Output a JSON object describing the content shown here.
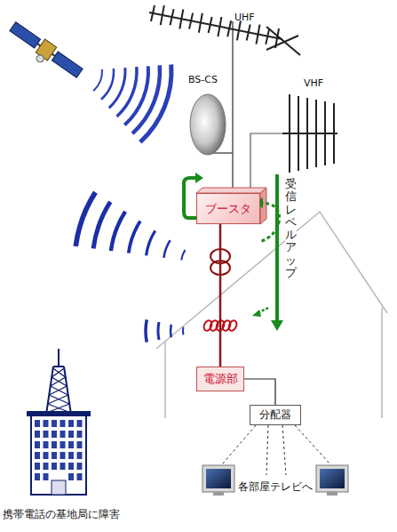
{
  "diagram": {
    "nodes": [
      {
        "text": [
          "ブースタ"
        ]
      },
      {
        "text": [
          "電源部"
        ]
      },
      {
        "text": [
          "分配器"
        ]
      }
    ],
    "edges": [
      {
        "from": 0,
        "to": 1,
        "arrow": "none"
      },
      {
        "from": 1,
        "to": 2,
        "arrow": "none"
      }
    ],
    "labels": [
      "UHF",
      "BS-CS",
      "VHF",
      "受信レベルアップ",
      "各部屋テレビへ",
      "携帯電話の基地局に障害"
    ]
  }
}
